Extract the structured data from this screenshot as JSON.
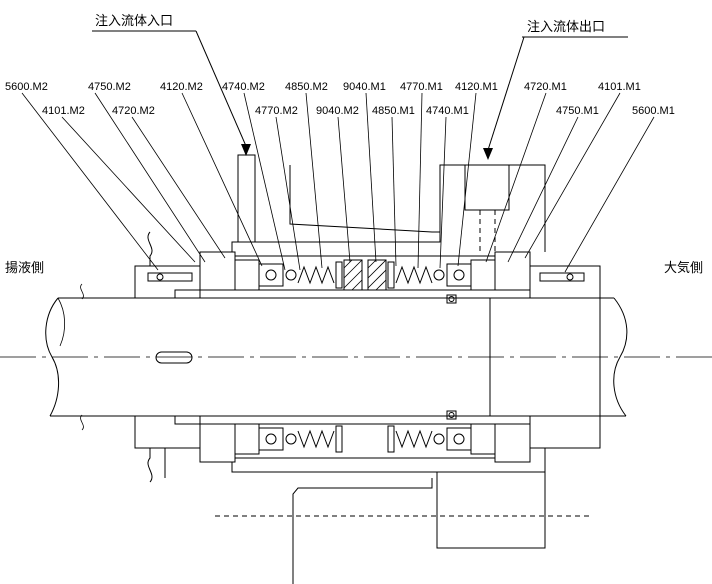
{
  "drawing": {
    "inlet_label": "注入流体入口",
    "outlet_label": "注入流体出口",
    "left_side_label": "揚液側",
    "right_side_label": "大気側"
  },
  "part_labels": {
    "row1": [
      "5600.M2",
      "4750.M2",
      "4120.M2",
      "4740.M2",
      "4850.M2",
      "9040.M1",
      "4770.M1",
      "4120.M1",
      "4720.M1",
      "4101.M1"
    ],
    "row2": [
      "4101.M2",
      "4720.M2",
      "4770.M2",
      "9040.M2",
      "4850.M1",
      "4740.M1",
      "4750.M1",
      "5600.M1"
    ]
  },
  "colors": {
    "line": "#000000",
    "background": "#ffffff"
  }
}
